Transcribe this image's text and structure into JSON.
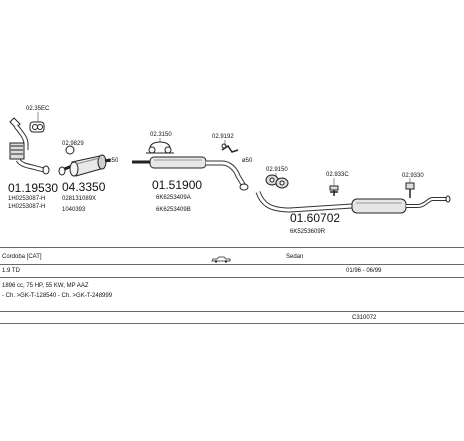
{
  "diagram": {
    "parts": [
      {
        "id": "p1",
        "code": "01.19530",
        "refs": [
          "1H0253087-H",
          "1H0253087-H"
        ]
      },
      {
        "id": "p2",
        "code": "04.3350",
        "refs": [
          "028131089X",
          "1040393"
        ]
      },
      {
        "id": "p3",
        "code": "01.51900",
        "refs": [
          "6K6253409A",
          "6K6253409B"
        ]
      },
      {
        "id": "p4",
        "code": "01.60702",
        "refs": [
          "6K5253609R"
        ]
      }
    ],
    "fittings": [
      "02.35EC",
      "02.9829",
      "02.3150",
      "02.9192",
      "02.9150",
      "02.933C",
      "02.9330"
    ],
    "dim_labels": [
      "ø50",
      "ø50"
    ]
  },
  "info": {
    "model": "Cordoba [CAT]",
    "body": "Sedan",
    "engine": "1.9 TD",
    "dates": "01/96 - 06/99",
    "spec": "1896 cc, 75 HP, 55 KW, MP AAZ",
    "chassis": "- Ch. >GK-T-128540 - Ch. >GK-T-248999",
    "ref_code": "C310072"
  }
}
